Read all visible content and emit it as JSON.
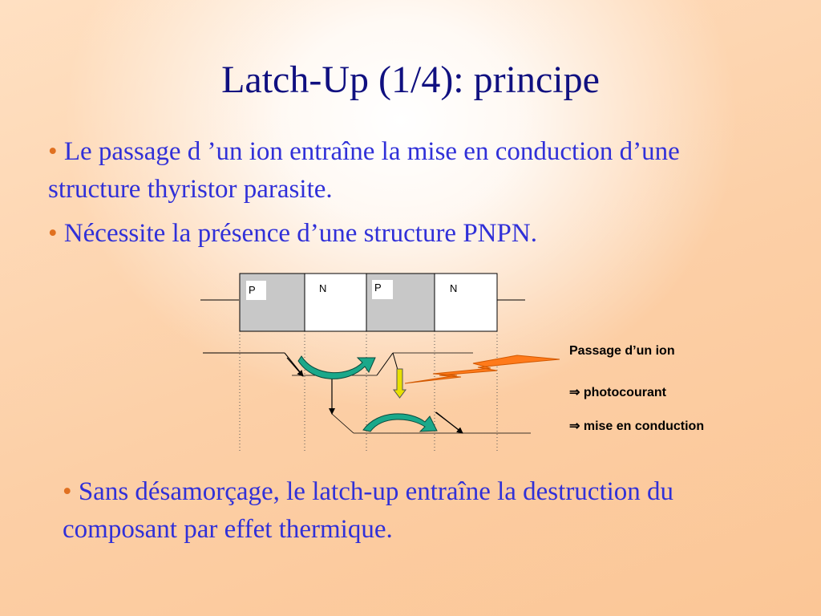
{
  "title": "Latch-Up (1/4): principe",
  "bullets": [
    {
      "marker": "•",
      "text": " Le passage d ’un ion entraîne la mise en conduction d’une structure thyristor parasite."
    },
    {
      "marker": "•",
      "text": " Nécessite la présence d’une structure PNPN."
    },
    {
      "marker": "•",
      "text": " Sans désamorçage, le latch-up entraîne la destruction du composant par effet thermique."
    }
  ],
  "diagram": {
    "regions": [
      "P",
      "N",
      "P",
      "N"
    ],
    "annotations": {
      "ion": "Passage d’un ion",
      "photocurrent": "⇒ photocourant",
      "conduction": "⇒ mise en conduction"
    }
  },
  "colors": {
    "title": "#101080",
    "text": "#3030d8",
    "bullet_marker": "#e07020",
    "p_region": "#c8c8c8",
    "n_region": "#ffffff",
    "ion_bolt": "#ff7a1a",
    "arrow_fill": "#1aa88a",
    "photocurrent_arrow": "#e8e000"
  }
}
